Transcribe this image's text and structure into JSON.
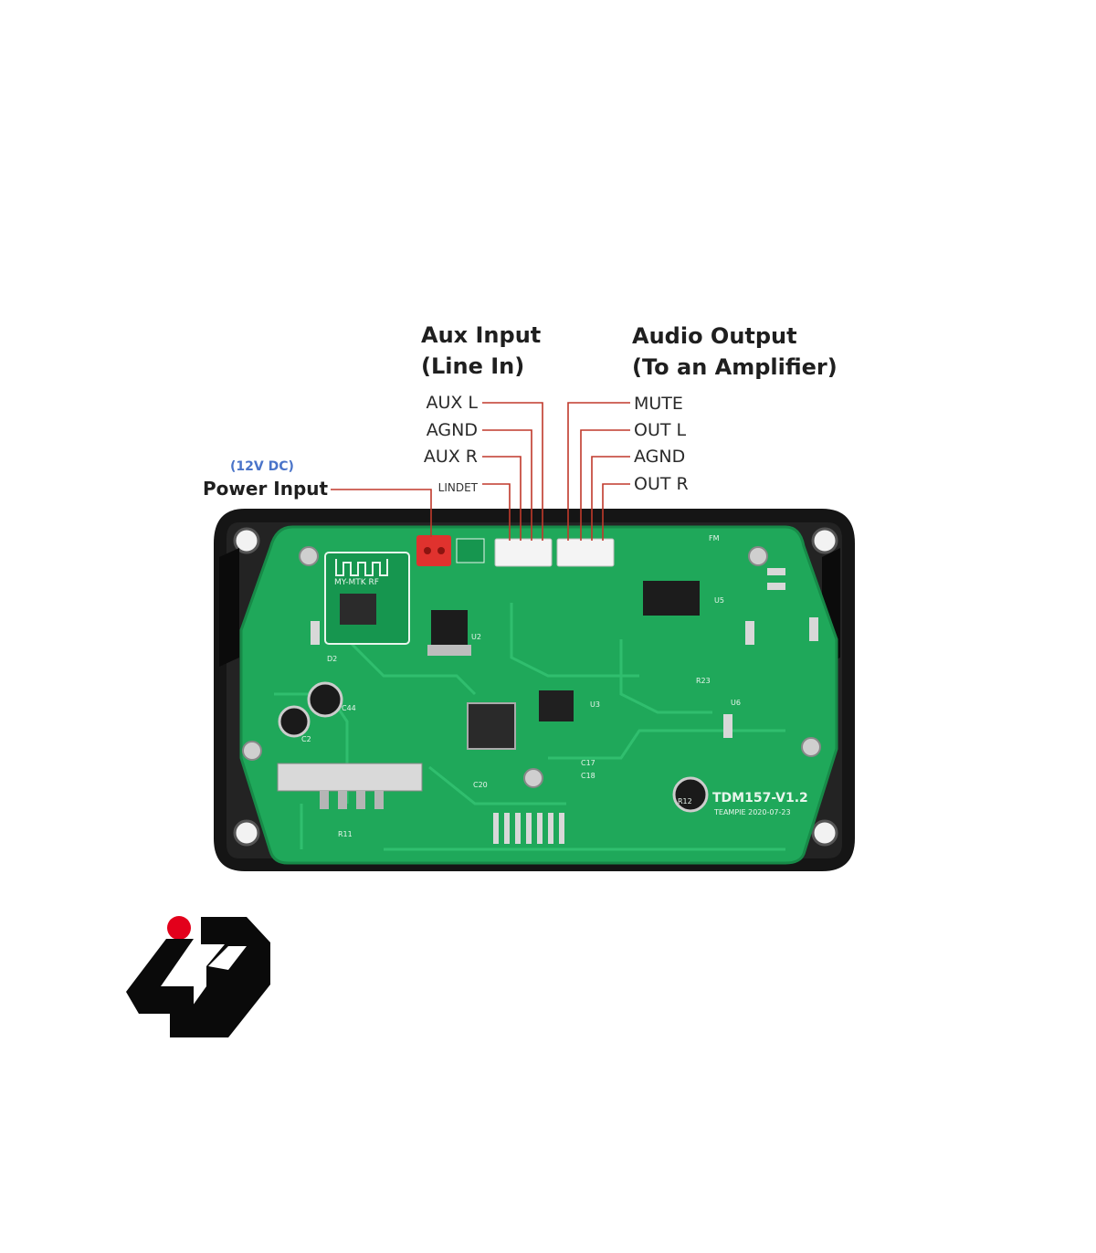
{
  "aux_input": {
    "title": "Aux Input",
    "subtitle": "(Line In)"
  },
  "audio_output": {
    "title": "Audio Output",
    "subtitle": "(To an Amplifier)"
  },
  "aux_pins": [
    {
      "label": "AUX L"
    },
    {
      "label": "AGND"
    },
    {
      "label": "AUX R"
    },
    {
      "label": "LINDET"
    }
  ],
  "output_pins": [
    {
      "label": "MUTE"
    },
    {
      "label": "OUT L"
    },
    {
      "label": "AGND"
    },
    {
      "label": "OUT R"
    }
  ],
  "power": {
    "label": "Power Input",
    "spec": "(12V DC)"
  },
  "board": {
    "model": "TDM157-V1.2",
    "maker": "TEAMPIE  2020-07-23",
    "bt_module": "MY-MTK RF",
    "silk_labels": [
      "U2",
      "U3",
      "U5",
      "U6",
      "C44",
      "C2",
      "D2",
      "R12",
      "R11",
      "FM",
      "C17",
      "C18",
      "R23",
      "C20"
    ]
  },
  "colors": {
    "pcb_green": "#1fa85a",
    "frame_black": "#141414",
    "leader_red": "#c0392b",
    "spec_blue": "#4a74c9",
    "logo_red": "#e3001b"
  },
  "logo": {
    "icon": "brand-logo-icon"
  }
}
